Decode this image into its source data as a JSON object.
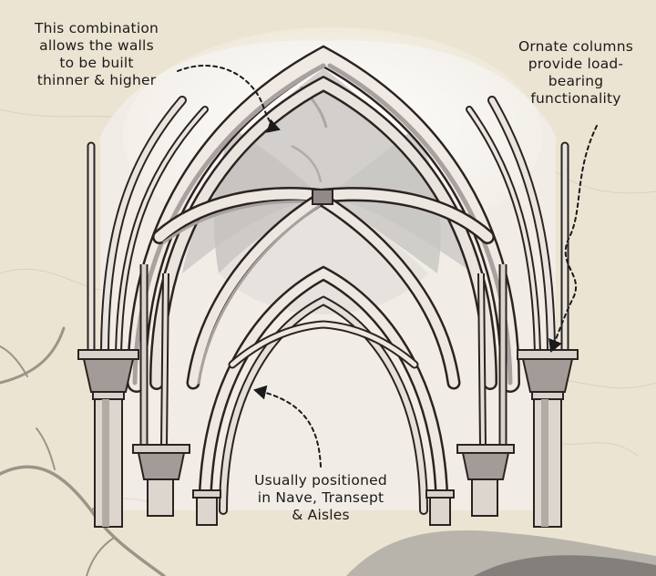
{
  "annotations": {
    "walls": [
      "This combination",
      "allows the walls",
      "to be built",
      "thinner & higher"
    ],
    "columns": [
      "Ornate columns",
      "provide load-",
      "bearing",
      "functionality"
    ],
    "position": [
      "Usually positioned",
      "in Nave, Transept",
      "& Aisles"
    ]
  },
  "colors": {
    "background": "#ece4d2",
    "stone": "#efeae4",
    "shadow": "#a9a1a0",
    "ink": "#2b2321",
    "vault": "#d7d4d1"
  },
  "icons": [
    "annotation-arrow-icon",
    "vine-branch-icon"
  ]
}
